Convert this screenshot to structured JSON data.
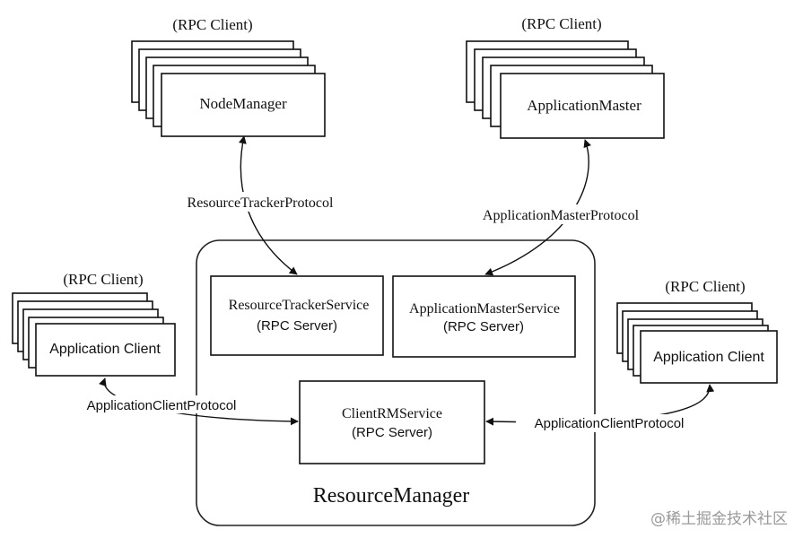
{
  "rpc_client_label": "(RPC Client)",
  "rpc_server_label": "(RPC Server)",
  "components": {
    "node_manager": "NodeManager",
    "application_master": "ApplicationMaster",
    "application_client": "Application Client"
  },
  "resource_manager": {
    "title": "ResourceManager",
    "services": {
      "resource_tracker": "ResourceTrackerService",
      "application_master": "ApplicationMasterService",
      "client_rm": "ClientRMService"
    }
  },
  "protocols": {
    "resource_tracker": "ResourceTrackerProtocol",
    "application_master": "ApplicationMasterProtocol",
    "application_client": "ApplicationClientProtocol"
  },
  "watermark": "@稀土掘金技术社区"
}
